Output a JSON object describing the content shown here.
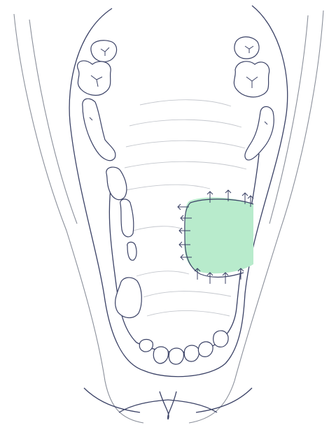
{
  "colors": {
    "background": "#ffffff",
    "ink": "#3b4266",
    "sketch": "#8a8f9a",
    "ruga": "#c4c7cd",
    "graft_fill": "#b8ebcc"
  },
  "figure": {
    "subject": "palate-outline",
    "graft_region": "right-palate",
    "suture_count": 13
  }
}
